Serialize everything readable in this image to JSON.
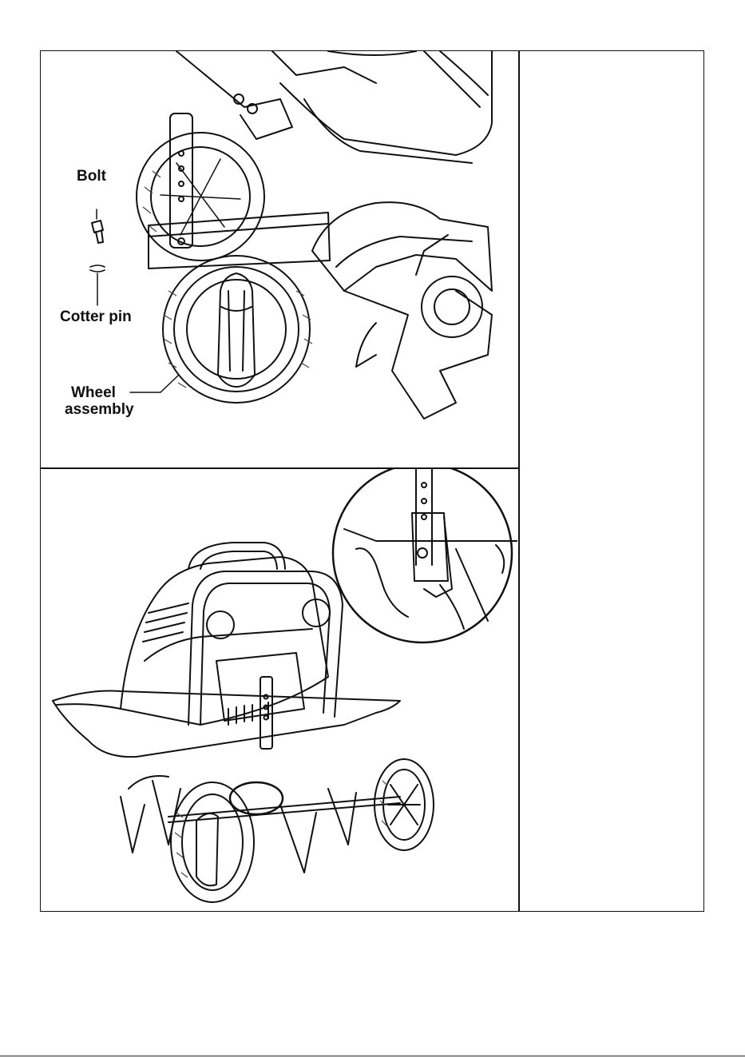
{
  "figure_1": {
    "labels": {
      "bolt": "Bolt",
      "cotter_pin": "Cotter pin",
      "wheel_assembly_line1": "Wheel",
      "wheel_assembly_line2": "assembly"
    }
  },
  "figure_2": {},
  "notes_column": {}
}
